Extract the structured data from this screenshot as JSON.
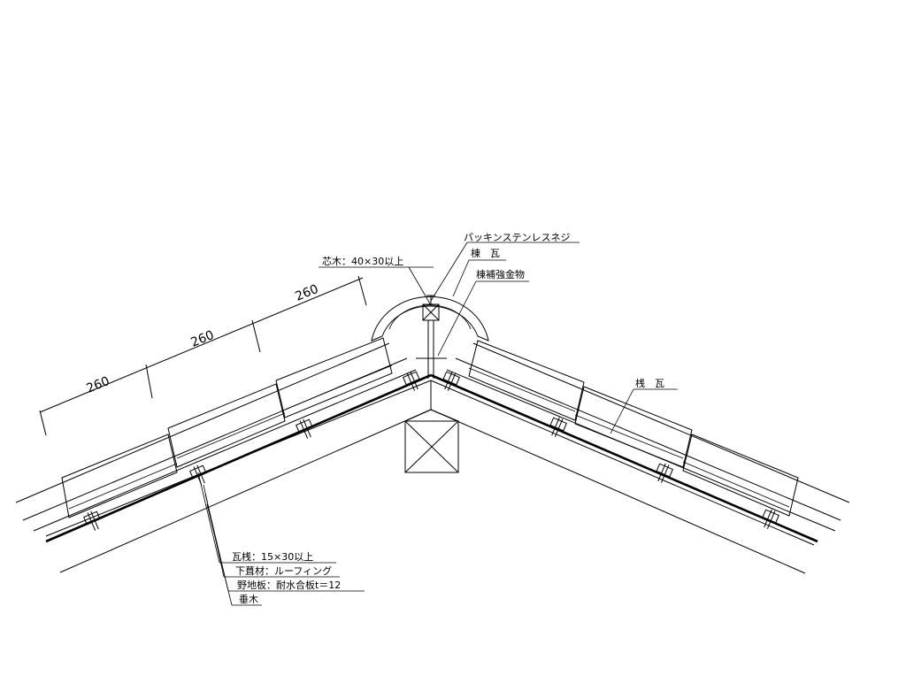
{
  "labels": {
    "screw": "パッキンステンレスネジ",
    "ridge_tile": "棟　瓦",
    "ridge_bracket": "棟補強金物",
    "core_wood": "芯木：40×30以上",
    "batten": "瓦桟：15×30以上",
    "underlay": "下葺材：ルーフィング",
    "sheathing": "野地板：耐水合板t＝12",
    "rafter": "垂木",
    "field_tile": "桟　瓦"
  },
  "dimensions": [
    "260",
    "260",
    "260"
  ]
}
